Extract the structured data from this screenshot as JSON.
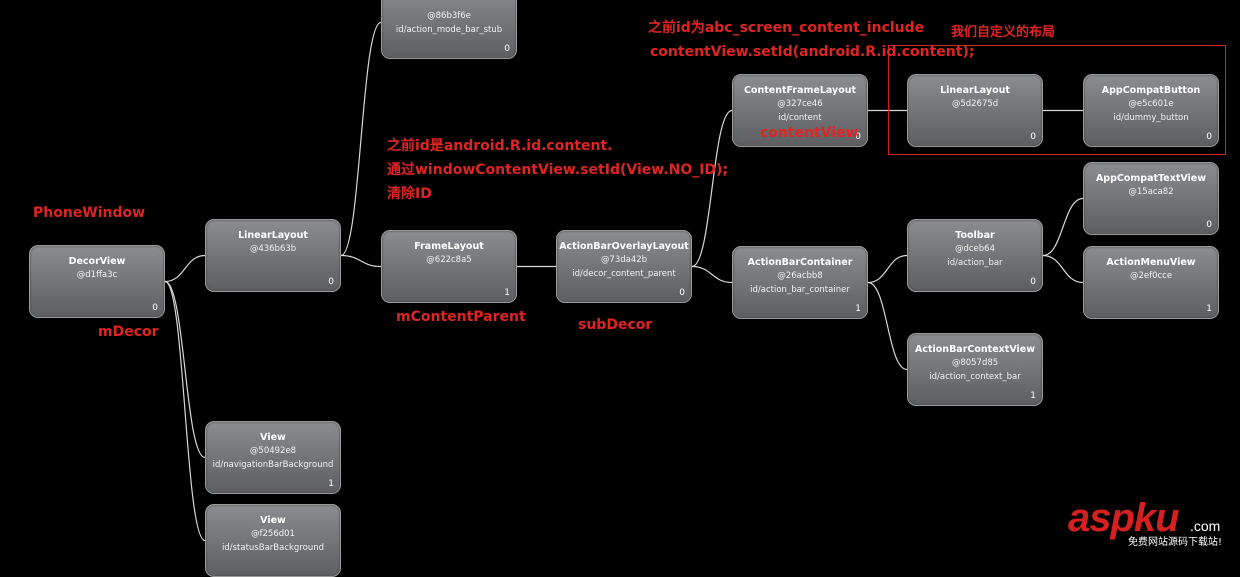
{
  "nodes": [
    {
      "id": "decorview",
      "name": "DecorView",
      "hash": "@d1ffa3c",
      "res_id": "",
      "index": "0"
    },
    {
      "id": "linearlayout-root",
      "name": "LinearLayout",
      "hash": "@436b63b",
      "res_id": "",
      "index": "0"
    },
    {
      "id": "viewstub-top",
      "name": "",
      "hash": "@86b3f6e",
      "res_id": "id/action_mode_bar_stub",
      "index": "0"
    },
    {
      "id": "view-navbar",
      "name": "View",
      "hash": "@50492e8",
      "res_id": "id/navigationBarBackground",
      "index": "1"
    },
    {
      "id": "view-statusbar",
      "name": "View",
      "hash": "@f256d01",
      "res_id": "id/statusBarBackground",
      "index": ""
    },
    {
      "id": "framelayout",
      "name": "FrameLayout",
      "hash": "@622c8a5",
      "res_id": "",
      "index": "1"
    },
    {
      "id": "actionbaroverlaylayout",
      "name": "ActionBarOverlayLayout",
      "hash": "@73da42b",
      "res_id": "id/decor_content_parent",
      "index": "0"
    },
    {
      "id": "contentframelayout",
      "name": "ContentFrameLayout",
      "hash": "@327ce46",
      "res_id": "id/content",
      "index": "0"
    },
    {
      "id": "linearlayout-custom",
      "name": "LinearLayout",
      "hash": "@5d2675d",
      "res_id": "",
      "index": "0"
    },
    {
      "id": "appcompatbutton",
      "name": "AppCompatButton",
      "hash": "@e5c601e",
      "res_id": "id/dummy_button",
      "index": "0"
    },
    {
      "id": "actionbarcontainer",
      "name": "ActionBarContainer",
      "hash": "@26acbb8",
      "res_id": "id/action_bar_container",
      "index": "1"
    },
    {
      "id": "toolbar",
      "name": "Toolbar",
      "hash": "@dceb64",
      "res_id": "id/action_bar",
      "index": "0"
    },
    {
      "id": "appcompattextview",
      "name": "AppCompatTextView",
      "hash": "@15aca82",
      "res_id": "",
      "index": "0"
    },
    {
      "id": "actionmenuview",
      "name": "ActionMenuView",
      "hash": "@2ef0cce",
      "res_id": "",
      "index": "1"
    },
    {
      "id": "actionbarcontextview",
      "name": "ActionBarContextView",
      "hash": "@8057d85",
      "res_id": "id/action_context_bar",
      "index": "1"
    }
  ],
  "edges": [
    [
      "decorview",
      "linearlayout-root"
    ],
    [
      "decorview",
      "view-navbar"
    ],
    [
      "decorview",
      "view-statusbar"
    ],
    [
      "linearlayout-root",
      "viewstub-top"
    ],
    [
      "linearlayout-root",
      "framelayout"
    ],
    [
      "framelayout",
      "actionbaroverlaylayout"
    ],
    [
      "actionbaroverlaylayout",
      "contentframelayout"
    ],
    [
      "actionbaroverlaylayout",
      "actionbarcontainer"
    ],
    [
      "contentframelayout",
      "linearlayout-custom"
    ],
    [
      "linearlayout-custom",
      "appcompatbutton"
    ],
    [
      "actionbarcontainer",
      "toolbar"
    ],
    [
      "actionbarcontainer",
      "actionbarcontextview"
    ],
    [
      "toolbar",
      "appcompattextview"
    ],
    [
      "toolbar",
      "actionmenuview"
    ]
  ],
  "annotations": {
    "phone_window": "PhoneWindow",
    "m_decor": "mDecor",
    "m_content_parent": "mContentParent",
    "sub_decor": "subDecor",
    "content_view": "contentView",
    "note_line1": "之前id是android.R.id.content.",
    "note_line2": "通过windowContentView.setId(View.NO_ID);",
    "note_line3": "清除ID",
    "top_note_line1": "之前id为abc_screen_content_include",
    "top_note_line2": "contentView.setId(android.R.id.content);",
    "custom_layout": "我们自定义的布局"
  },
  "watermark": {
    "brand": "aspku",
    "domain": ".com",
    "tagline": "免费网站源码下载站!"
  },
  "colors": {
    "background": "#000000",
    "annotation": "#e02424",
    "highlight_box": "#d42020",
    "edge": "#d8d8d8"
  }
}
